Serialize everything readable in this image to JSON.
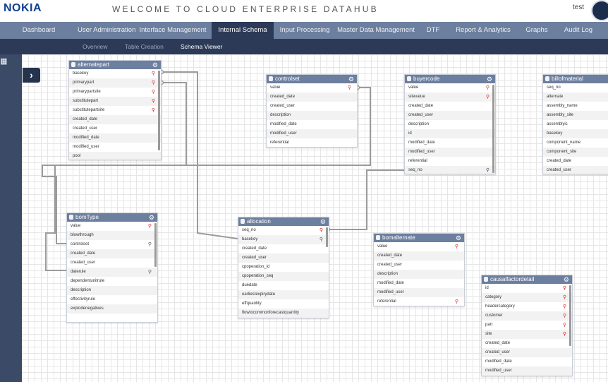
{
  "header": {
    "logo": "NOKIA",
    "title": "WELCOME TO CLOUD ENTERPRISE DATAHUB",
    "user": "test"
  },
  "main_nav": [
    {
      "label": "Dashboard"
    },
    {
      "label": "User Administration"
    },
    {
      "label": "Interface Management"
    },
    {
      "label": "Internal Schema"
    },
    {
      "label": "Input Processing"
    },
    {
      "label": "Master Data Management"
    },
    {
      "label": "DTF"
    },
    {
      "label": "Report & Analytics"
    },
    {
      "label": "Graphs"
    },
    {
      "label": "Audit Log"
    }
  ],
  "sub_nav": [
    {
      "label": "Overview"
    },
    {
      "label": "Table Creation"
    },
    {
      "label": "Schema Viewer"
    }
  ],
  "active_main_tab": "Internal Schema",
  "active_sub_tab": "Schema Viewer",
  "entities": [
    {
      "name": "alternatepart",
      "rows": [
        {
          "label": "basekey",
          "key": "pk"
        },
        {
          "label": "primarypart",
          "key": "pk"
        },
        {
          "label": "primarypartsite",
          "key": "pk"
        },
        {
          "label": "substitutepart",
          "key": "pk"
        },
        {
          "label": "substitutepartsite",
          "key": "pk"
        },
        {
          "label": "created_date",
          "key": ""
        },
        {
          "label": "created_user",
          "key": ""
        },
        {
          "label": "modified_date",
          "key": ""
        },
        {
          "label": "modified_user",
          "key": ""
        },
        {
          "label": "pool",
          "key": ""
        }
      ]
    },
    {
      "name": "controlset",
      "rows": [
        {
          "label": "value",
          "key": "pk"
        },
        {
          "label": "created_date",
          "key": ""
        },
        {
          "label": "created_user",
          "key": ""
        },
        {
          "label": "description",
          "key": ""
        },
        {
          "label": "modified_date",
          "key": ""
        },
        {
          "label": "modified_user",
          "key": ""
        },
        {
          "label": "referential",
          "key": ""
        }
      ]
    },
    {
      "name": "buyercode",
      "rows": [
        {
          "label": "value",
          "key": "pk"
        },
        {
          "label": "sitevalue",
          "key": "pk"
        },
        {
          "label": "created_date",
          "key": ""
        },
        {
          "label": "created_user",
          "key": ""
        },
        {
          "label": "description",
          "key": ""
        },
        {
          "label": "id",
          "key": ""
        },
        {
          "label": "modified_date",
          "key": ""
        },
        {
          "label": "modified_user",
          "key": ""
        },
        {
          "label": "referential",
          "key": ""
        },
        {
          "label": "seq_no",
          "key": "fk"
        }
      ]
    },
    {
      "name": "billofmaterial",
      "rows": [
        {
          "label": "seq_no",
          "key": ""
        },
        {
          "label": "alternate",
          "key": ""
        },
        {
          "label": "assembly_name",
          "key": ""
        },
        {
          "label": "assembly_site",
          "key": ""
        },
        {
          "label": "assemblyic",
          "key": ""
        },
        {
          "label": "basekey",
          "key": ""
        },
        {
          "label": "component_name",
          "key": ""
        },
        {
          "label": "component_site",
          "key": ""
        },
        {
          "label": "created_date",
          "key": ""
        },
        {
          "label": "created_user",
          "key": ""
        }
      ]
    },
    {
      "name": "bomType",
      "rows": [
        {
          "label": "value",
          "key": "pk"
        },
        {
          "label": "blowthrough",
          "key": ""
        },
        {
          "label": "controlset",
          "key": "fk"
        },
        {
          "label": "created_date",
          "key": ""
        },
        {
          "label": "created_user",
          "key": ""
        },
        {
          "label": "daterule",
          "key": "fk"
        },
        {
          "label": "dependentunitrule",
          "key": ""
        },
        {
          "label": "description",
          "key": ""
        },
        {
          "label": "effectivityrule",
          "key": ""
        },
        {
          "label": "explodenegatives",
          "key": ""
        }
      ]
    },
    {
      "name": "allocation",
      "rows": [
        {
          "label": "seq_no",
          "key": "pk"
        },
        {
          "label": "basekey",
          "key": "fk"
        },
        {
          "label": "created_date",
          "key": ""
        },
        {
          "label": "created_user",
          "key": ""
        },
        {
          "label": "cpoperation_id",
          "key": ""
        },
        {
          "label": "cpoperation_seq",
          "key": ""
        },
        {
          "label": "duedate",
          "key": ""
        },
        {
          "label": "earliestexpirydate",
          "key": ""
        },
        {
          "label": "effquantity",
          "key": ""
        },
        {
          "label": "flowtocommonforecastquantity",
          "key": ""
        }
      ]
    },
    {
      "name": "bomalternate",
      "rows": [
        {
          "label": "value",
          "key": "pk"
        },
        {
          "label": "created_date",
          "key": ""
        },
        {
          "label": "created_user",
          "key": ""
        },
        {
          "label": "description",
          "key": ""
        },
        {
          "label": "modified_date",
          "key": ""
        },
        {
          "label": "modified_user",
          "key": ""
        },
        {
          "label": "referential",
          "key": "pk"
        }
      ]
    },
    {
      "name": "causalfactordetail",
      "rows": [
        {
          "label": "id",
          "key": "pk"
        },
        {
          "label": "category",
          "key": "pk"
        },
        {
          "label": "headercategory",
          "key": "pk"
        },
        {
          "label": "customer",
          "key": "pk"
        },
        {
          "label": "part",
          "key": "pk"
        },
        {
          "label": "site",
          "key": "pk"
        },
        {
          "label": "created_date",
          "key": ""
        },
        {
          "label": "created_user",
          "key": ""
        },
        {
          "label": "modified_date",
          "key": ""
        },
        {
          "label": "modified_user",
          "key": ""
        }
      ]
    }
  ]
}
